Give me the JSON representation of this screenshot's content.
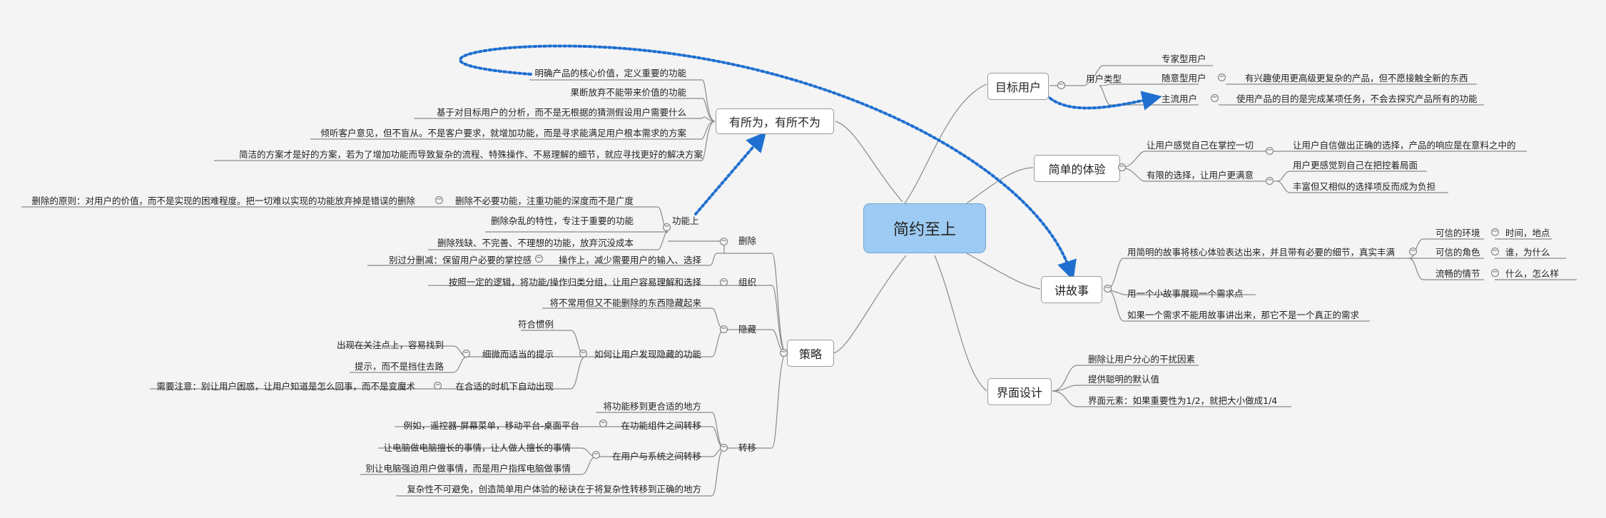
{
  "root": "简约至上",
  "branches": {
    "b1": {
      "label": "有所为，有所不为",
      "items": {
        "l1": "明确产品的核心价值，定义重要的功能",
        "l2": "果断放弃不能带来价值的功能",
        "l3": "基于对目标用户的分析，而不是无根据的猜测假设用户需要什么",
        "l4": "倾听客户意见，但不盲从。不是客户要求，就增加功能，而是寻求能满足用户根本需求的方案",
        "l5": "简洁的方案才是好的方案，若为了增加功能而导致复杂的流程、特殊操作、不易理解的细节，就应寻找更好的解决方案"
      }
    },
    "b2": {
      "label": "策略",
      "items": {
        "del": "删除",
        "func": "功能上",
        "f1": "删除不必要功能，注重功能的深度而不是广度",
        "f1d": "删除的原则：对用户的价值，而不是实现的困难程度。把一切难以实现的功能放弃掉是错误的删除",
        "f2": "删除杂乱的特性，专注于重要的功能",
        "f3": "删除残缺、不完善、不理想的功能，放弃沉没成本",
        "op": "操作上，减少需要用户的输入、选择",
        "opd": "别过分删减：保留用户必要的掌控感",
        "org": "组织",
        "orgd": "按照一定的逻辑，将功能/操作归类分组，让用户容易理解和选择",
        "hide": "隐藏",
        "h1": "将不常用但又不能删除的东西隐藏起来",
        "h2": "如何让用户发现隐藏的功能",
        "h2a": "符合惯例",
        "h2b": "细微而适当的提示",
        "h2b1": "出现在关注点上，容易找到",
        "h2b2": "提示，而不是挡住去路",
        "h2c": "在合适的时机下自动出现",
        "h2cd": "需要注意：别让用户困惑，让用户知道是怎么回事，而不是变魔术",
        "move": "转移",
        "m1": "将功能移到更合适的地方",
        "m2": "在功能组件之间转移",
        "m2d": "例如，遥控器-屏幕菜单，移动平台-桌面平台",
        "m3": "在用户与系统之间转移",
        "m3a": "让电脑做电脑擅长的事情，让人做人擅长的事情",
        "m3b": "别让电脑强迫用户做事情，而是用户指挥电脑做事情",
        "m4": "复杂性不可避免，创造简单用户体验的秘诀在于将复杂性转移到正确的地方"
      }
    },
    "b3": {
      "label": "目标用户",
      "items": {
        "type": "用户类型",
        "u1": "专家型用户",
        "u2": "随意型用户",
        "u2d": "有兴趣使用更高级更复杂的产品，但不愿接触全新的东西",
        "u3": "主流用户",
        "u3d": "使用产品的目的是完成某项任务，不会去探究产品所有的功能"
      }
    },
    "b4": {
      "label": "简单的体验",
      "items": {
        "e1": "让用户感觉自己在掌控一切",
        "e1d": "让用户自信做出正确的选择，产品的响应是在意料之中的",
        "e2": "有限的选择，让用户更满意",
        "e2a": "用户更感觉到自己在把控着局面",
        "e2b": "丰富但又相似的选择项反而成为负担"
      }
    },
    "b5": {
      "label": "讲故事",
      "items": {
        "s1": "用简明的故事将核心体验表达出来，并且带有必要的细节，真实丰满",
        "s1a": "可信的环境",
        "s1ad": "时间，地点",
        "s1b": "可信的角色",
        "s1bd": "谁，为什么",
        "s1c": "流畅的情节",
        "s1cd": "什么，怎么样",
        "s2": "用一个小故事展现一个需求点",
        "s3": "如果一个需求不能用故事讲出来，那它不是一个真正的需求"
      }
    },
    "b6": {
      "label": "界面设计",
      "items": {
        "i1": "删除让用户分心的干扰因素",
        "i2": "提供聪明的默认值",
        "i3": "界面元素：如果重要性为1/2，就把大小做成1/4"
      }
    }
  },
  "colors": {
    "root_fill": "#9ecbf3",
    "link": "#8a8a8a",
    "arrow": "#1f6fd0",
    "background": "#f4f4f4"
  }
}
